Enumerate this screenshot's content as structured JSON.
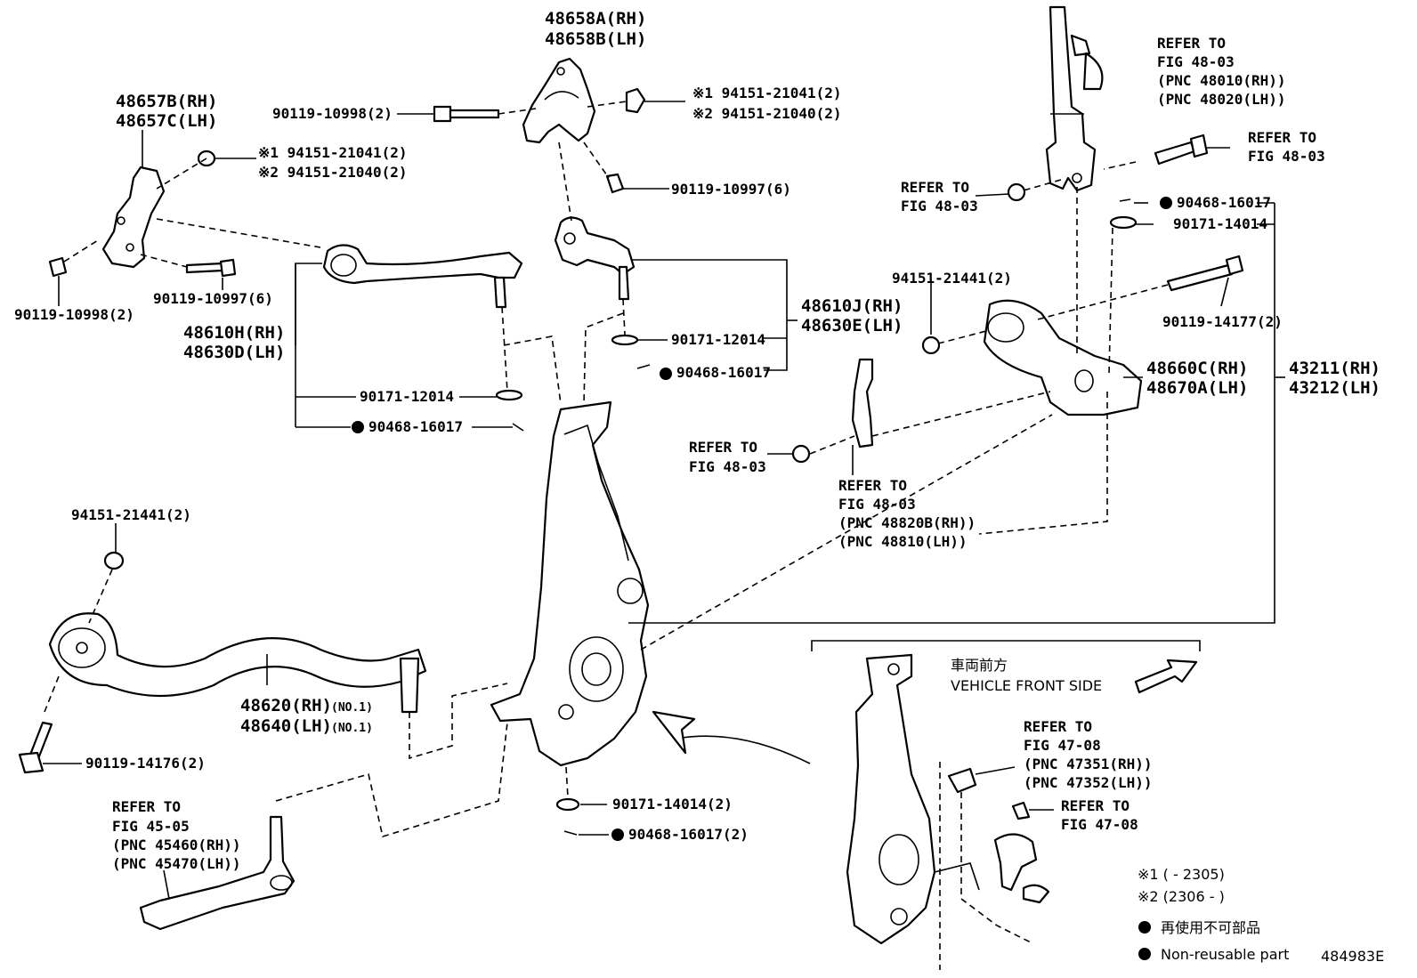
{
  "parts": {
    "upper_bracket": [
      "48658A(RH)",
      "48658B(LH)"
    ],
    "lower_bracket": [
      "48657B(RH)",
      "48657C(LH)"
    ],
    "bolt_top": "90119-10998(2)",
    "nut_top": [
      "※1 94151-21041(2)",
      "※2 94151-21040(2)"
    ],
    "bolt_top_small": "90119-10997(6)",
    "nut_left": [
      "※1 94151-21041(2)",
      "※2 94151-21040(2)"
    ],
    "bolt_left_a": "90119-10998(2)",
    "bolt_left_b": "90119-10997(6)",
    "arm_upper_rear": [
      "48610H(RH)",
      "48630D(LH)"
    ],
    "washer_left": "90171-12014",
    "pin_left": "90468-16017",
    "arm_upper_front": [
      "48610J(RH)",
      "48630E(LH)"
    ],
    "washer_mid": "90171-12014",
    "pin_mid": "90468-16017",
    "refer_strut": [
      "REFER TO",
      "FIG 48-03",
      "(PNC 48010(RH))",
      "(PNC 48020(LH))"
    ],
    "refer_bolt": [
      "REFER TO",
      "FIG 48-03"
    ],
    "refer_nut_strut": [
      "REFER TO",
      "FIG 48-03"
    ],
    "pin_right": "90468-16017",
    "nut_right": "90171-14014",
    "nut_94151": "94151-21441(2)",
    "bolt_14177": "90119-14177(2)",
    "lower_rear_arm": [
      "48660C(RH)",
      "48670A(LH)"
    ],
    "knuckle": [
      "43211(RH)",
      "43212(LH)"
    ],
    "refer_stab_nut": [
      "REFER TO",
      "FIG 48-03"
    ],
    "refer_stab_link": [
      "REFER TO",
      "FIG 48-03",
      "(PNC 48820B(RH))",
      "(PNC 48810(LH))"
    ],
    "nut_lower_left": "94151-21441(2)",
    "lower_front_arm": [
      "48620(RH)",
      "48640(LH)"
    ],
    "lower_front_arm_no": [
      "(NO.1)",
      "(NO.1)"
    ],
    "bolt_14176": "90119-14176(2)",
    "refer_tie_rod": [
      "REFER TO",
      "FIG 45-05",
      "(PNC 45460(RH))",
      "(PNC 45470(LH))"
    ],
    "nut_bottom": "90171-14014(2)",
    "pin_bottom": "90468-16017(2)",
    "inset_front_jp": "車両前方",
    "inset_front_en": "VEHICLE FRONT SIDE",
    "refer_sensor": [
      "REFER TO",
      "FIG 47-08",
      "(PNC 47351(RH))",
      "(PNC 47352(LH))"
    ],
    "refer_sensor_bolt": [
      "REFER TO",
      "FIG 47-08"
    ]
  },
  "legend": {
    "note1": "※1 (      - 2305)",
    "note2": "※2 (2306 -      )",
    "nonreusable_jp": "再使用不可部品",
    "nonreusable_en": "Non-reusable part"
  },
  "figure_id": "484983E"
}
